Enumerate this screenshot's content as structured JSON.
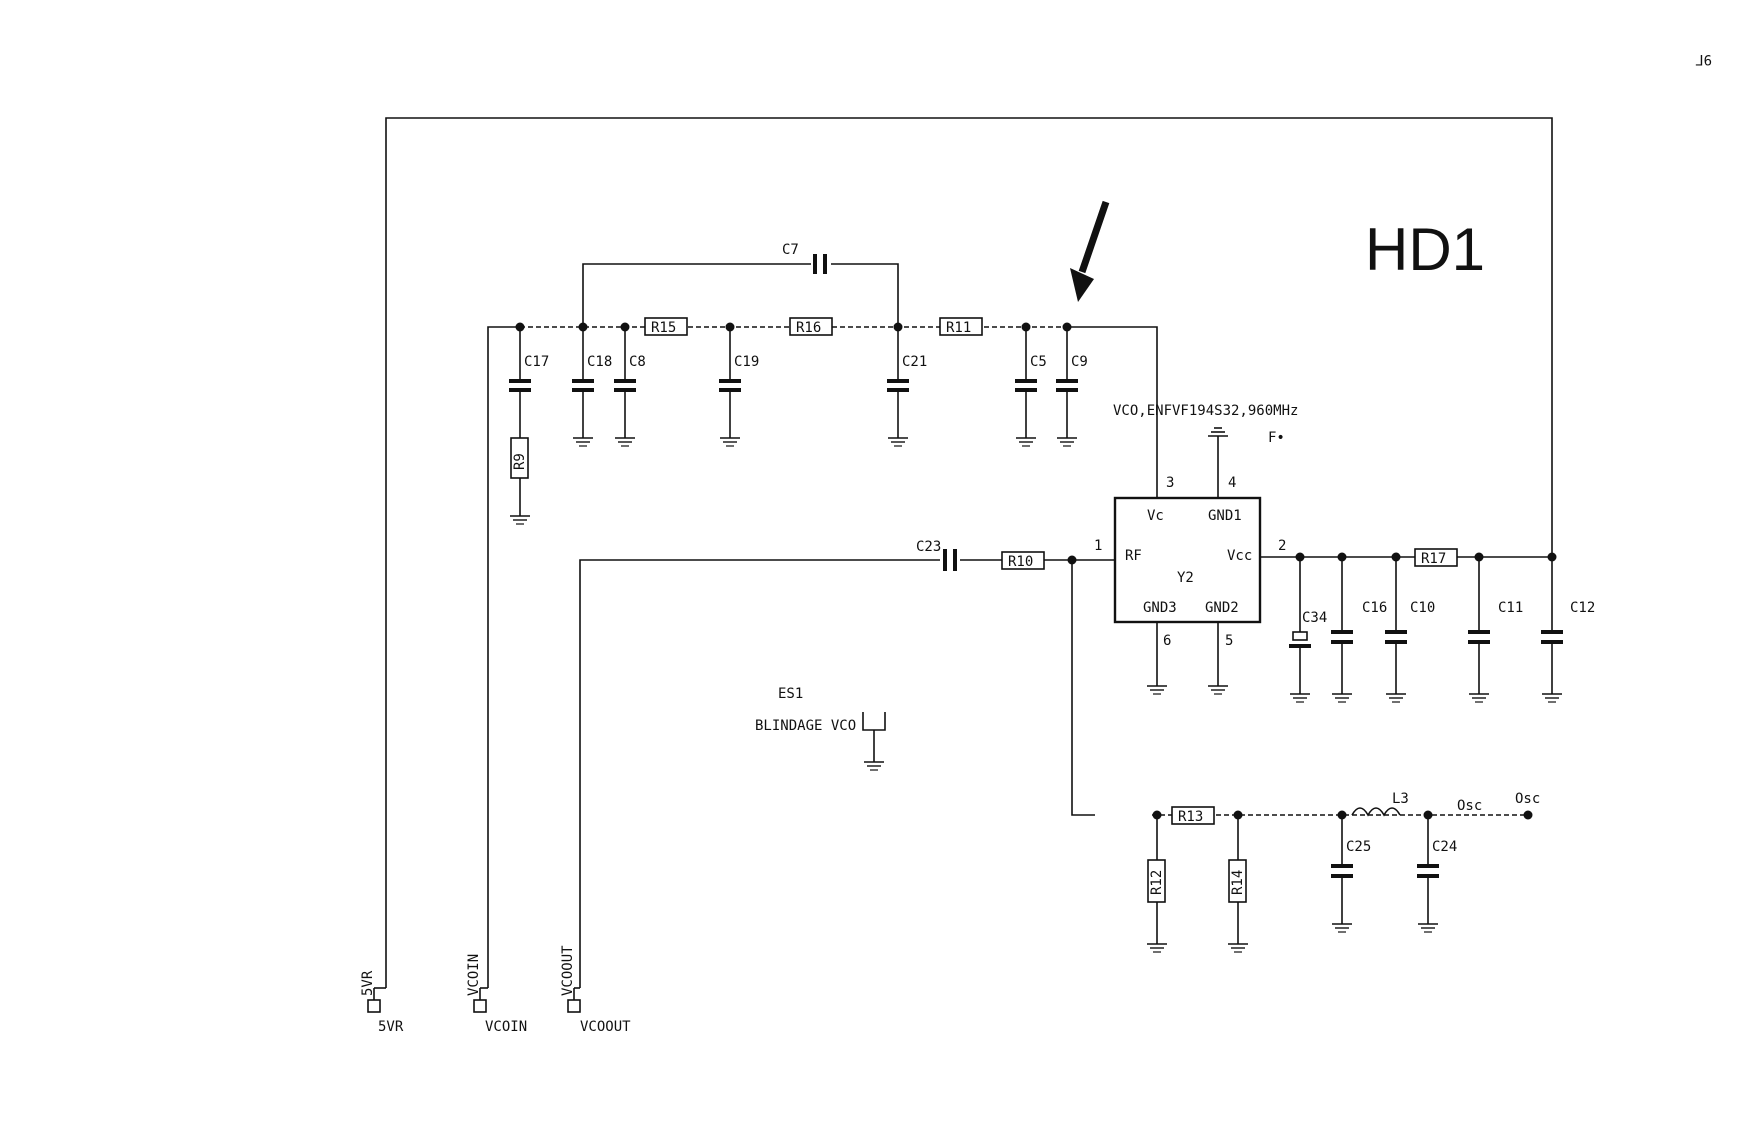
{
  "sheet_mark": "9Г",
  "block_title": "HD1",
  "vco_label": "VCO,ENFVF194S32,960MHz",
  "stray_mark": "F•",
  "chip": {
    "ref": "Y2",
    "pins": {
      "rf": "RF",
      "vc": "Vc",
      "gnd1": "GND1",
      "vcc": "Vcc",
      "gnd3": "GND3",
      "gnd2": "GND2",
      "n1": "1",
      "n2": "2",
      "n3": "3",
      "n4": "4",
      "n5": "5",
      "n6": "6"
    }
  },
  "components": {
    "c7": "C7",
    "c17": "C17",
    "c18": "C18",
    "c8": "C8",
    "c19": "C19",
    "c21": "C21",
    "c5": "C5",
    "c9": "C9",
    "c23": "C23",
    "c34": "C34",
    "c16": "C16",
    "c10": "C10",
    "c11": "C11",
    "c12": "C12",
    "c25": "C25",
    "c24": "C24",
    "r15": "R15",
    "r16": "R16",
    "r11": "R11",
    "r9": "R9",
    "r10": "R10",
    "r17": "R17",
    "r13": "R13",
    "r12": "R12",
    "r14": "R14",
    "l3": "L3"
  },
  "shield": {
    "ref": "ES1",
    "label": "BLINDAGE VCO"
  },
  "osc_labels": [
    "Osc",
    "Osc"
  ],
  "connectors": {
    "5vr": {
      "vertical": "5VR",
      "bottom": "5VR"
    },
    "vcoin": {
      "vertical": "VCOIN",
      "bottom": "VCOIN"
    },
    "vcoout": {
      "vertical": "VCOOUT",
      "bottom": "VCOOUT"
    }
  }
}
